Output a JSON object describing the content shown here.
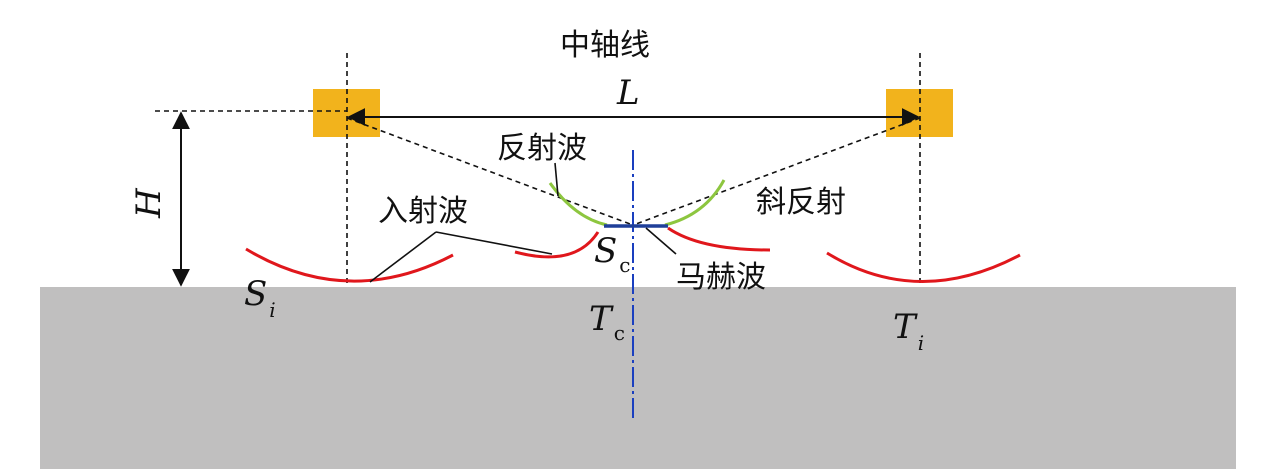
{
  "labels": {
    "center_axis": "中轴线",
    "distance_symbol": "L",
    "height_symbol": "H",
    "reflected_wave": "反射波",
    "oblique_reflection": "斜反射",
    "incident_wave": "入射波",
    "mach_wave": "马赫波",
    "s_c": {
      "main": "S",
      "sub": "c"
    },
    "t_c": {
      "main": "T",
      "sub": "c"
    },
    "s_i": {
      "main": "S",
      "sub": "i"
    },
    "t_i": {
      "main": "T",
      "sub": "i"
    }
  },
  "colors": {
    "ground": "#c0bfbf",
    "charge": "#f2b31c",
    "incident_wave": "#e0171c",
    "reflected_wave": "#8dc63f",
    "mach_wave": "#1f3f99",
    "center_axis": "#1a3fbf",
    "lines": "#111111"
  }
}
